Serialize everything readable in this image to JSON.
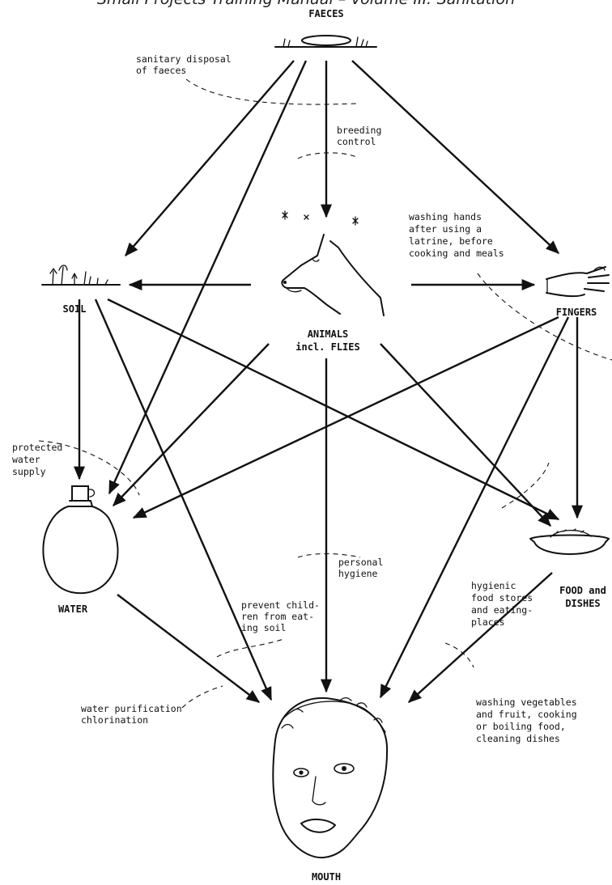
{
  "header": {
    "title": "Small Projects Training Manual – Volume III: Sanitation"
  },
  "nodes": {
    "faeces": "FAECES",
    "soil": "SOIL",
    "animals_line1": "ANIMALS",
    "animals_line2": "incl. FLIES",
    "fingers": "FINGERS",
    "water": "WATER",
    "food_line1": "FOOD and",
    "food_line2": "DISHES",
    "mouth": "MOUTH"
  },
  "barriers": {
    "sanitary": [
      "sanitary disposal",
      "of faeces"
    ],
    "breeding": [
      "breeding",
      "control"
    ],
    "washing_hands": [
      "washing hands",
      "after using a",
      "latrine, before",
      "cooking and meals"
    ],
    "protected_water": [
      "protected",
      "water",
      "supply"
    ],
    "personal_hygiene": [
      "personal",
      "hygiene"
    ],
    "prevent_children": [
      "prevent child-",
      "ren from eat-",
      "ing soil"
    ],
    "hygienic_food": [
      "hygienic",
      "food stores",
      "and eating-",
      "places"
    ],
    "water_purification": [
      "water purification",
      "chlorination"
    ],
    "washing_vegetables": [
      "washing vegetables",
      "and fruit, cooking",
      "or boiling food,",
      "cleaning dishes"
    ]
  },
  "icons": [
    "faeces-icon",
    "plant-soil-icon",
    "dog-icon",
    "fly-icon",
    "hand-icon",
    "water-jar-icon",
    "food-bowl-icon",
    "face-icon"
  ]
}
